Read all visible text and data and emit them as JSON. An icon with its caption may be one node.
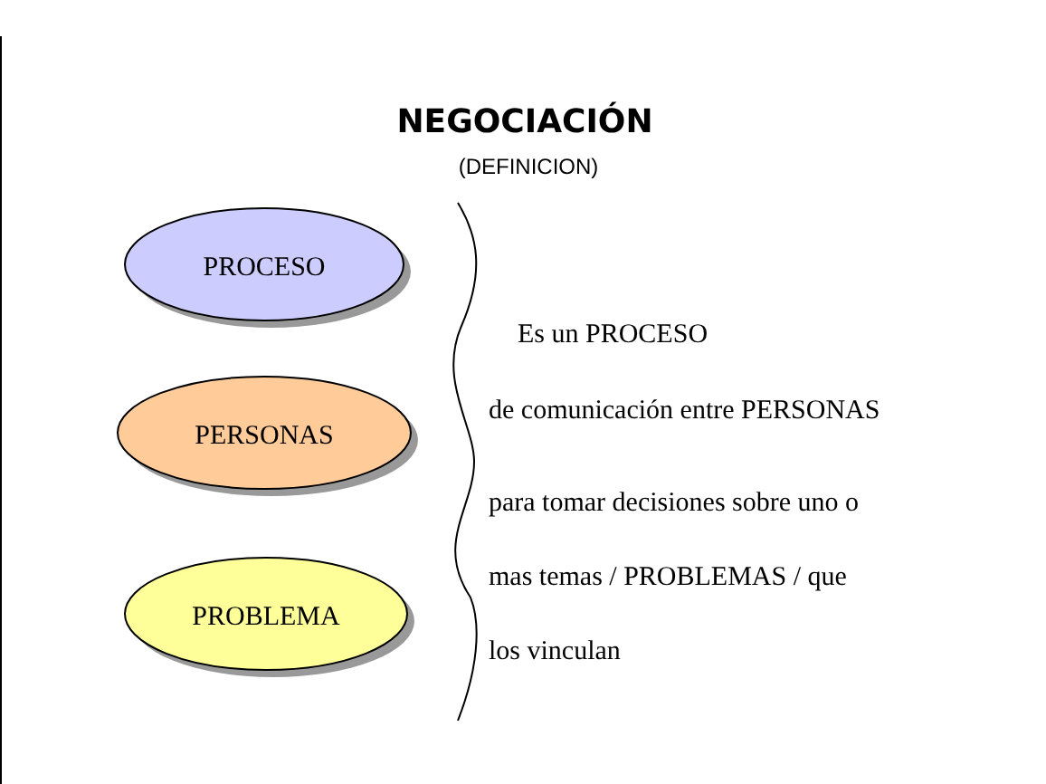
{
  "diagram": {
    "title": "NEGOCIACIÓN",
    "nodes": [
      {
        "text": [
          "PROCESO"
        ]
      },
      {
        "text": [
          "PERSONAS"
        ]
      },
      {
        "text": [
          "PROBLEMA"
        ]
      }
    ],
    "labels": [
      "(DEFINICION)",
      "Es un PROCESO",
      "de comunicación entre PERSONAS",
      "para tomar decisiones sobre uno o mas temas / PROBLEMAS / que los vinculan"
    ]
  }
}
